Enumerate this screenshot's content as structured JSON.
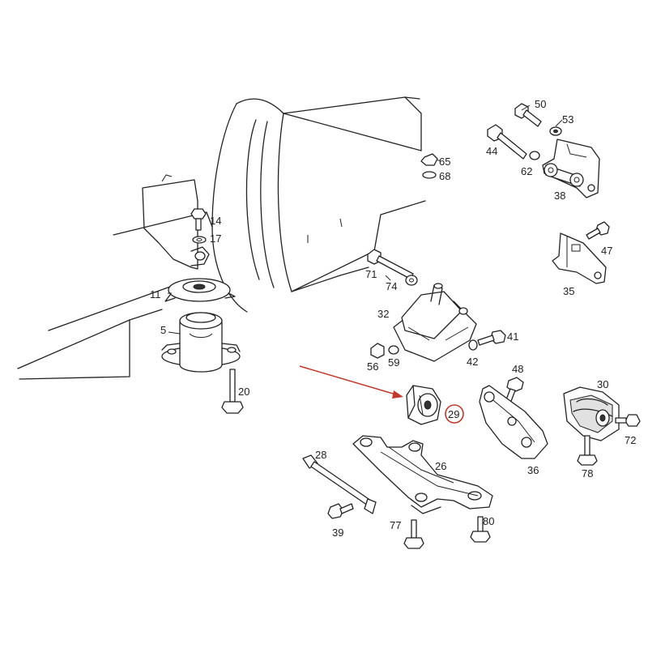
{
  "labels": {
    "l50": "50",
    "l53": "53",
    "l44": "44",
    "l62": "62",
    "l38": "38",
    "l65": "65",
    "l68": "68",
    "l14": "14",
    "l17": "17",
    "l47": "47",
    "l71": "71",
    "l74": "74",
    "l35": "35",
    "l11": "11",
    "l32": "32",
    "l5": "5",
    "l41": "41",
    "l56": "56",
    "l59": "59",
    "l42": "42",
    "l48": "48",
    "l30": "30",
    "l20": "20",
    "l29": "29",
    "l72": "72",
    "l28": "28",
    "l26": "26",
    "l36": "36",
    "l78": "78",
    "l39": "39",
    "l77": "77",
    "l80": "80"
  },
  "colors": {
    "highlight": "#c0392b",
    "line": "#222222",
    "background": "#ffffff"
  },
  "highlighted_part": "29"
}
